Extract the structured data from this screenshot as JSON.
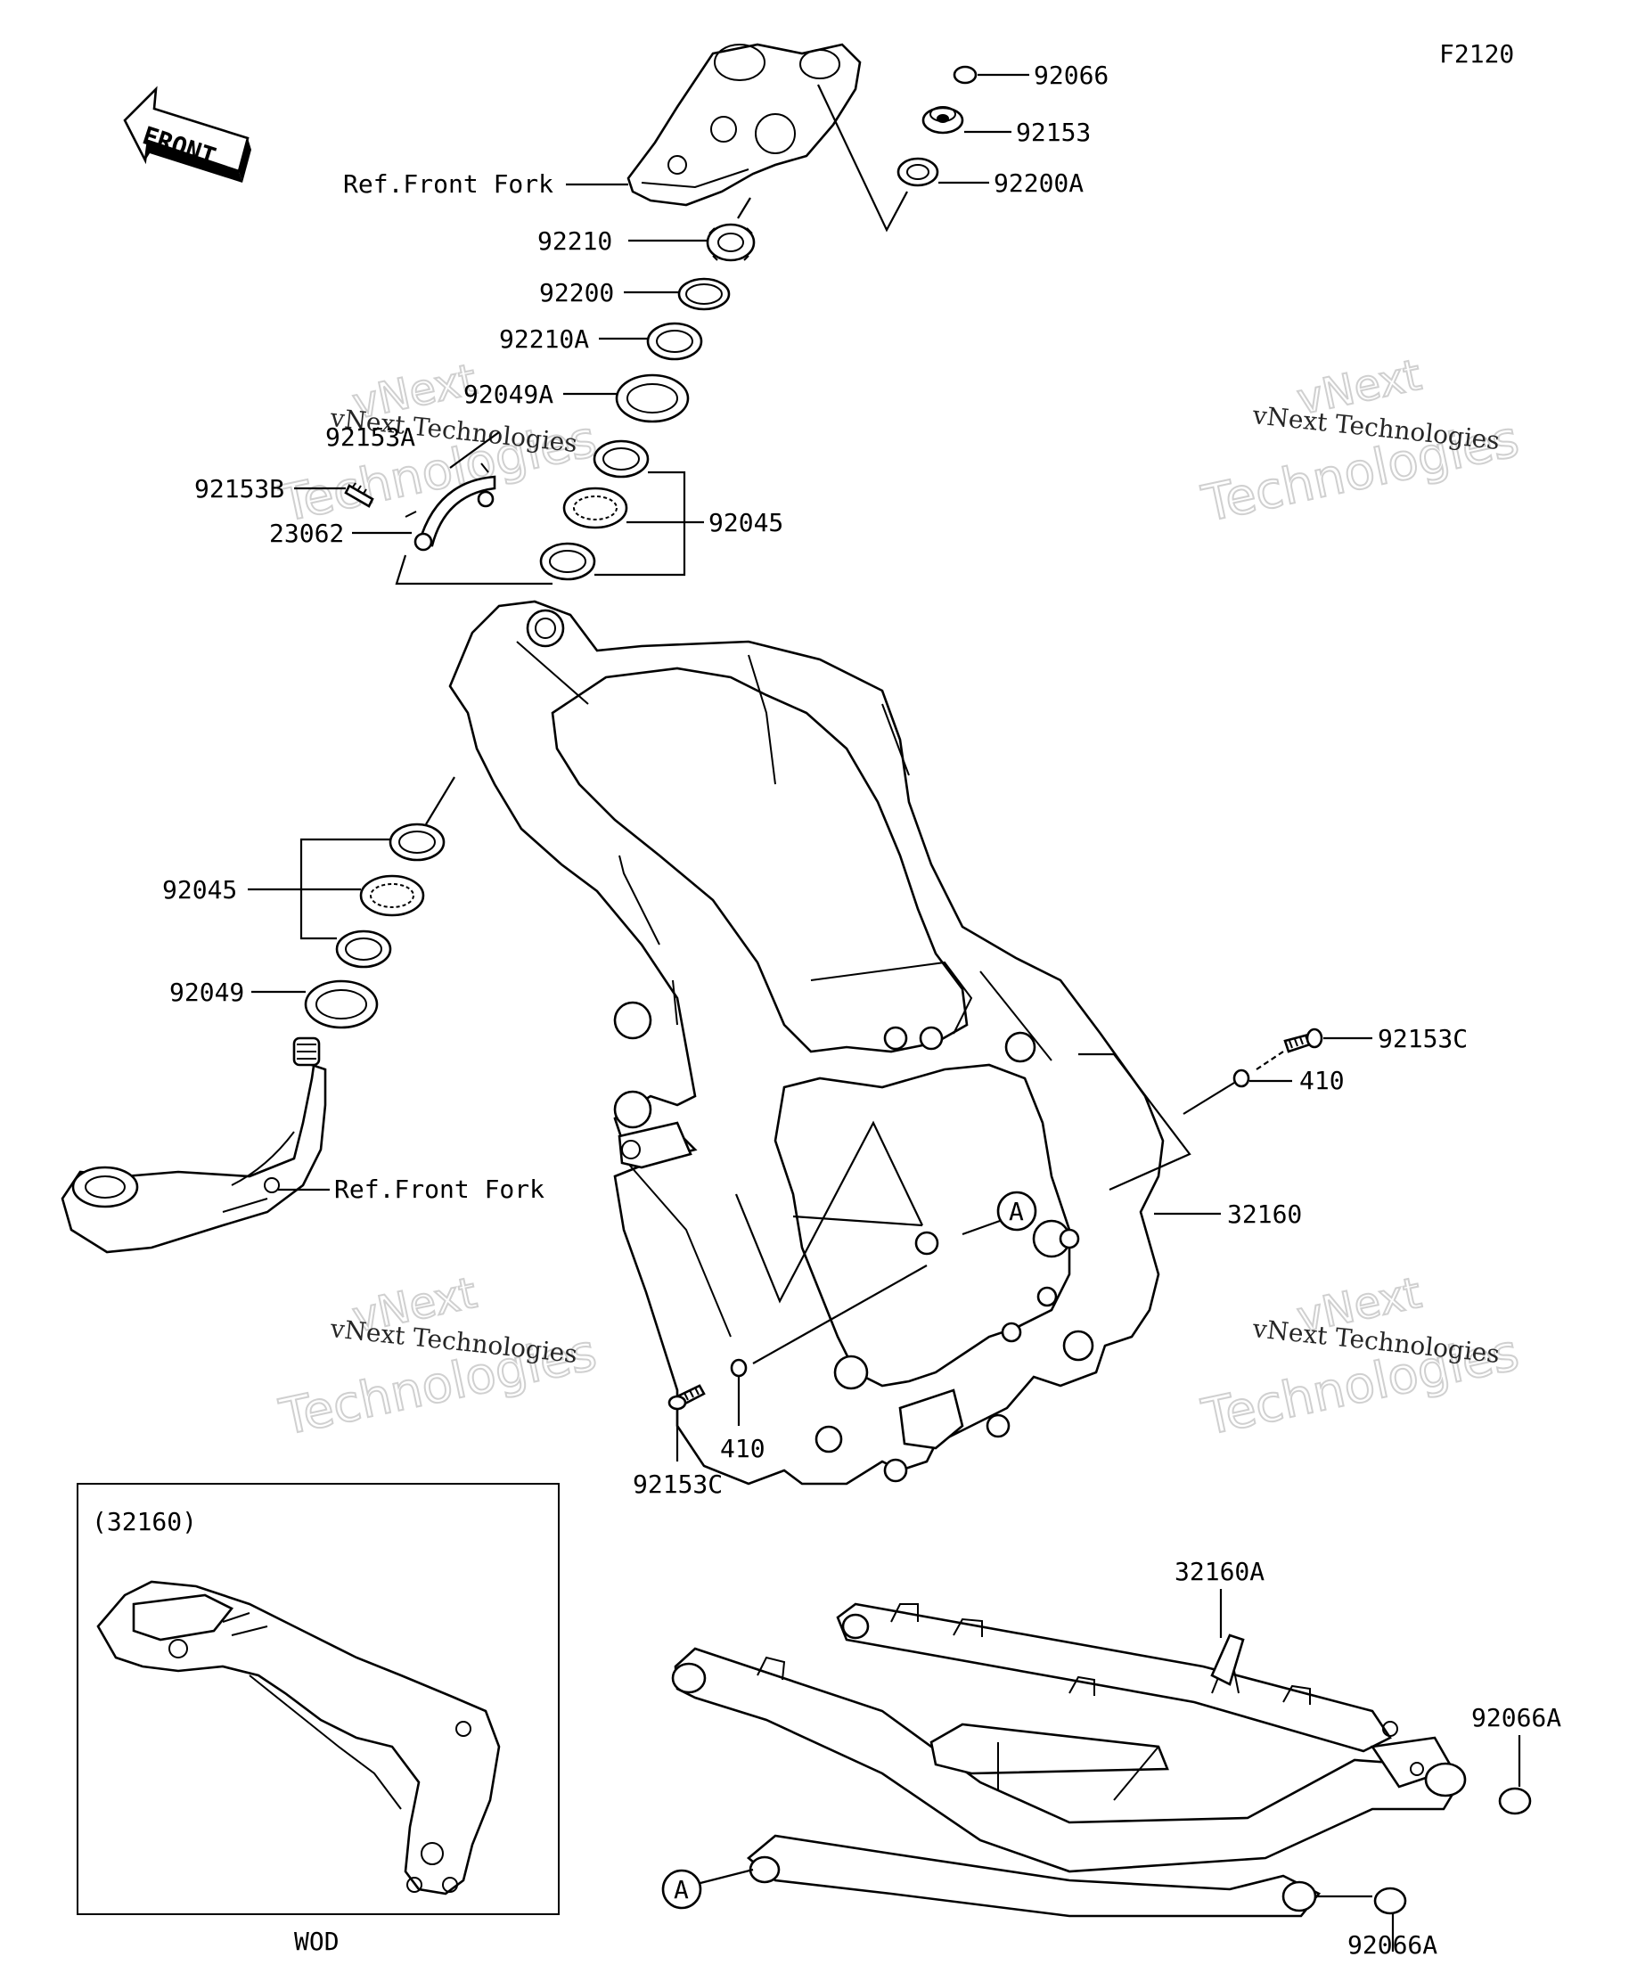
{
  "diagram_code": "F2120",
  "front_arrow_label": "FRONT",
  "watermark": {
    "line1": "vNext Technologies",
    "line2": "Technologies",
    "line3": "vNext"
  },
  "labels": {
    "p92066": "92066",
    "p92153": "92153",
    "p92200A": "92200A",
    "ref_front_fork_top": "Ref.Front Fork",
    "p92210": "92210",
    "p92200": "92200",
    "p92210A": "92210A",
    "p92049A": "92049A",
    "p92153A": "92153A",
    "p92153B": "92153B",
    "p23062": "23062",
    "p92045_top": "92045",
    "p92045_bottom": "92045",
    "p92049": "92049",
    "ref_front_fork_bottom": "Ref.Front Fork",
    "p92153C_right": "92153C",
    "p410_right": "410",
    "p32160": "32160",
    "p410_bottom": "410",
    "p92153C_bottom": "92153C",
    "callout_a": "A",
    "inset_title": "(32160)",
    "inset_caption": "WOD",
    "p32160A": "32160A",
    "p92066A_top": "92066A",
    "p92066A_bottom": "92066A"
  }
}
